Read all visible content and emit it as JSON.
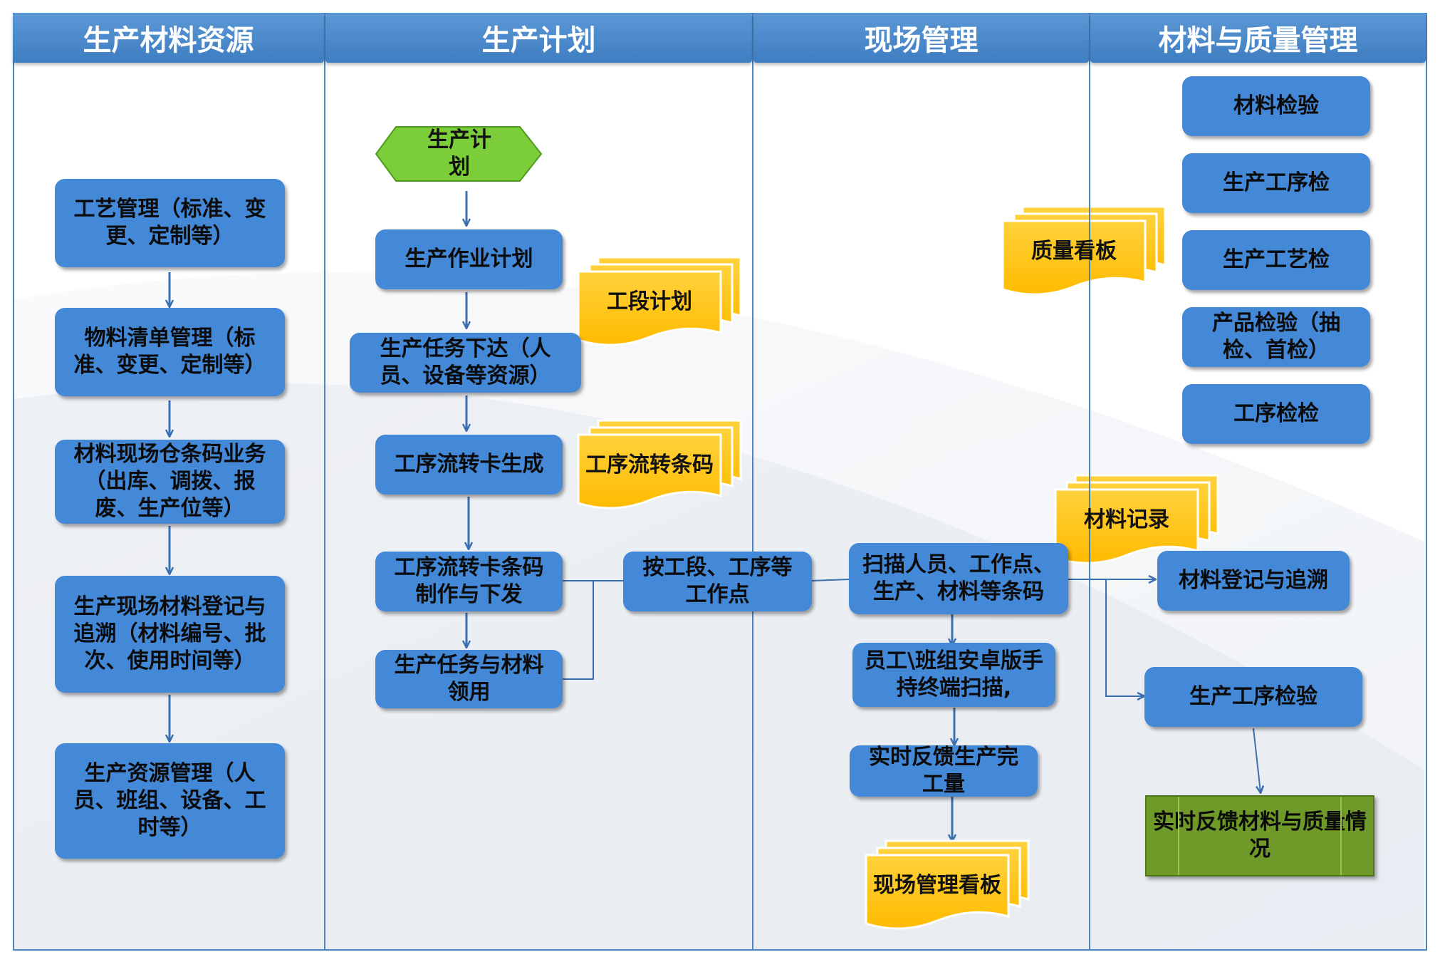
{
  "lanes": [
    {
      "title": "生产材料资源"
    },
    {
      "title": "生产计划"
    },
    {
      "title": "现场管理"
    },
    {
      "title": "材料与质量管理"
    }
  ],
  "resources": {
    "process_mgmt": "工艺管理（标准、变更、定制等）",
    "bom_mgmt": "物料清单管理（标准、变更、定制等）",
    "warehouse_barcode": "材料现场仓条码业务（出库、调拨、报废、生产位等）",
    "material_trace": "生产现场材料登记与追溯（材料编号、批次、使用时间等）",
    "resource_mgmt": "生产资源管理（人员、班组、设备、工时等）"
  },
  "planning": {
    "start": "生产计划",
    "work_plan": "生产作业计划",
    "task_dispatch": "生产任务下达（人员、设备等资源）",
    "card_generate": "工序流转卡生成",
    "card_barcode": "工序流转卡条码制作与下发",
    "material_pick": "生产任务与材料领用",
    "section_plan_doc": "工段计划",
    "flow_barcode_doc": "工序流转条码"
  },
  "site": {
    "work_point": "按工段、工序等工作点",
    "scan_barcode": "扫描人员、工作点、生产、材料等条码",
    "android_scan": "员工\\班组安卓版手持终端扫描,",
    "realtime_output": "实时反馈生产完工量",
    "site_board_doc": "现场管理看板",
    "quality_board_doc": "质量看板"
  },
  "quality": {
    "material_inspect": "材料检验",
    "process_inspect": "生产工序检",
    "craft_inspect": "生产工艺检",
    "product_inspect": "产品检验（抽检、首检）",
    "step_inspect": "工序检检",
    "material_record_doc": "材料记录",
    "material_register": "材料登记与追溯",
    "process_check": "生产工序检验",
    "realtime_feedback": "实时反馈材料与质量情况"
  },
  "colors": {
    "lane_header": "#4a89cf",
    "process_box": "#4389d8",
    "document": "#ffc000",
    "start_hex": "#7ccd3a",
    "output_box": "#6f9a2a",
    "connector": "#3a6fb0"
  }
}
